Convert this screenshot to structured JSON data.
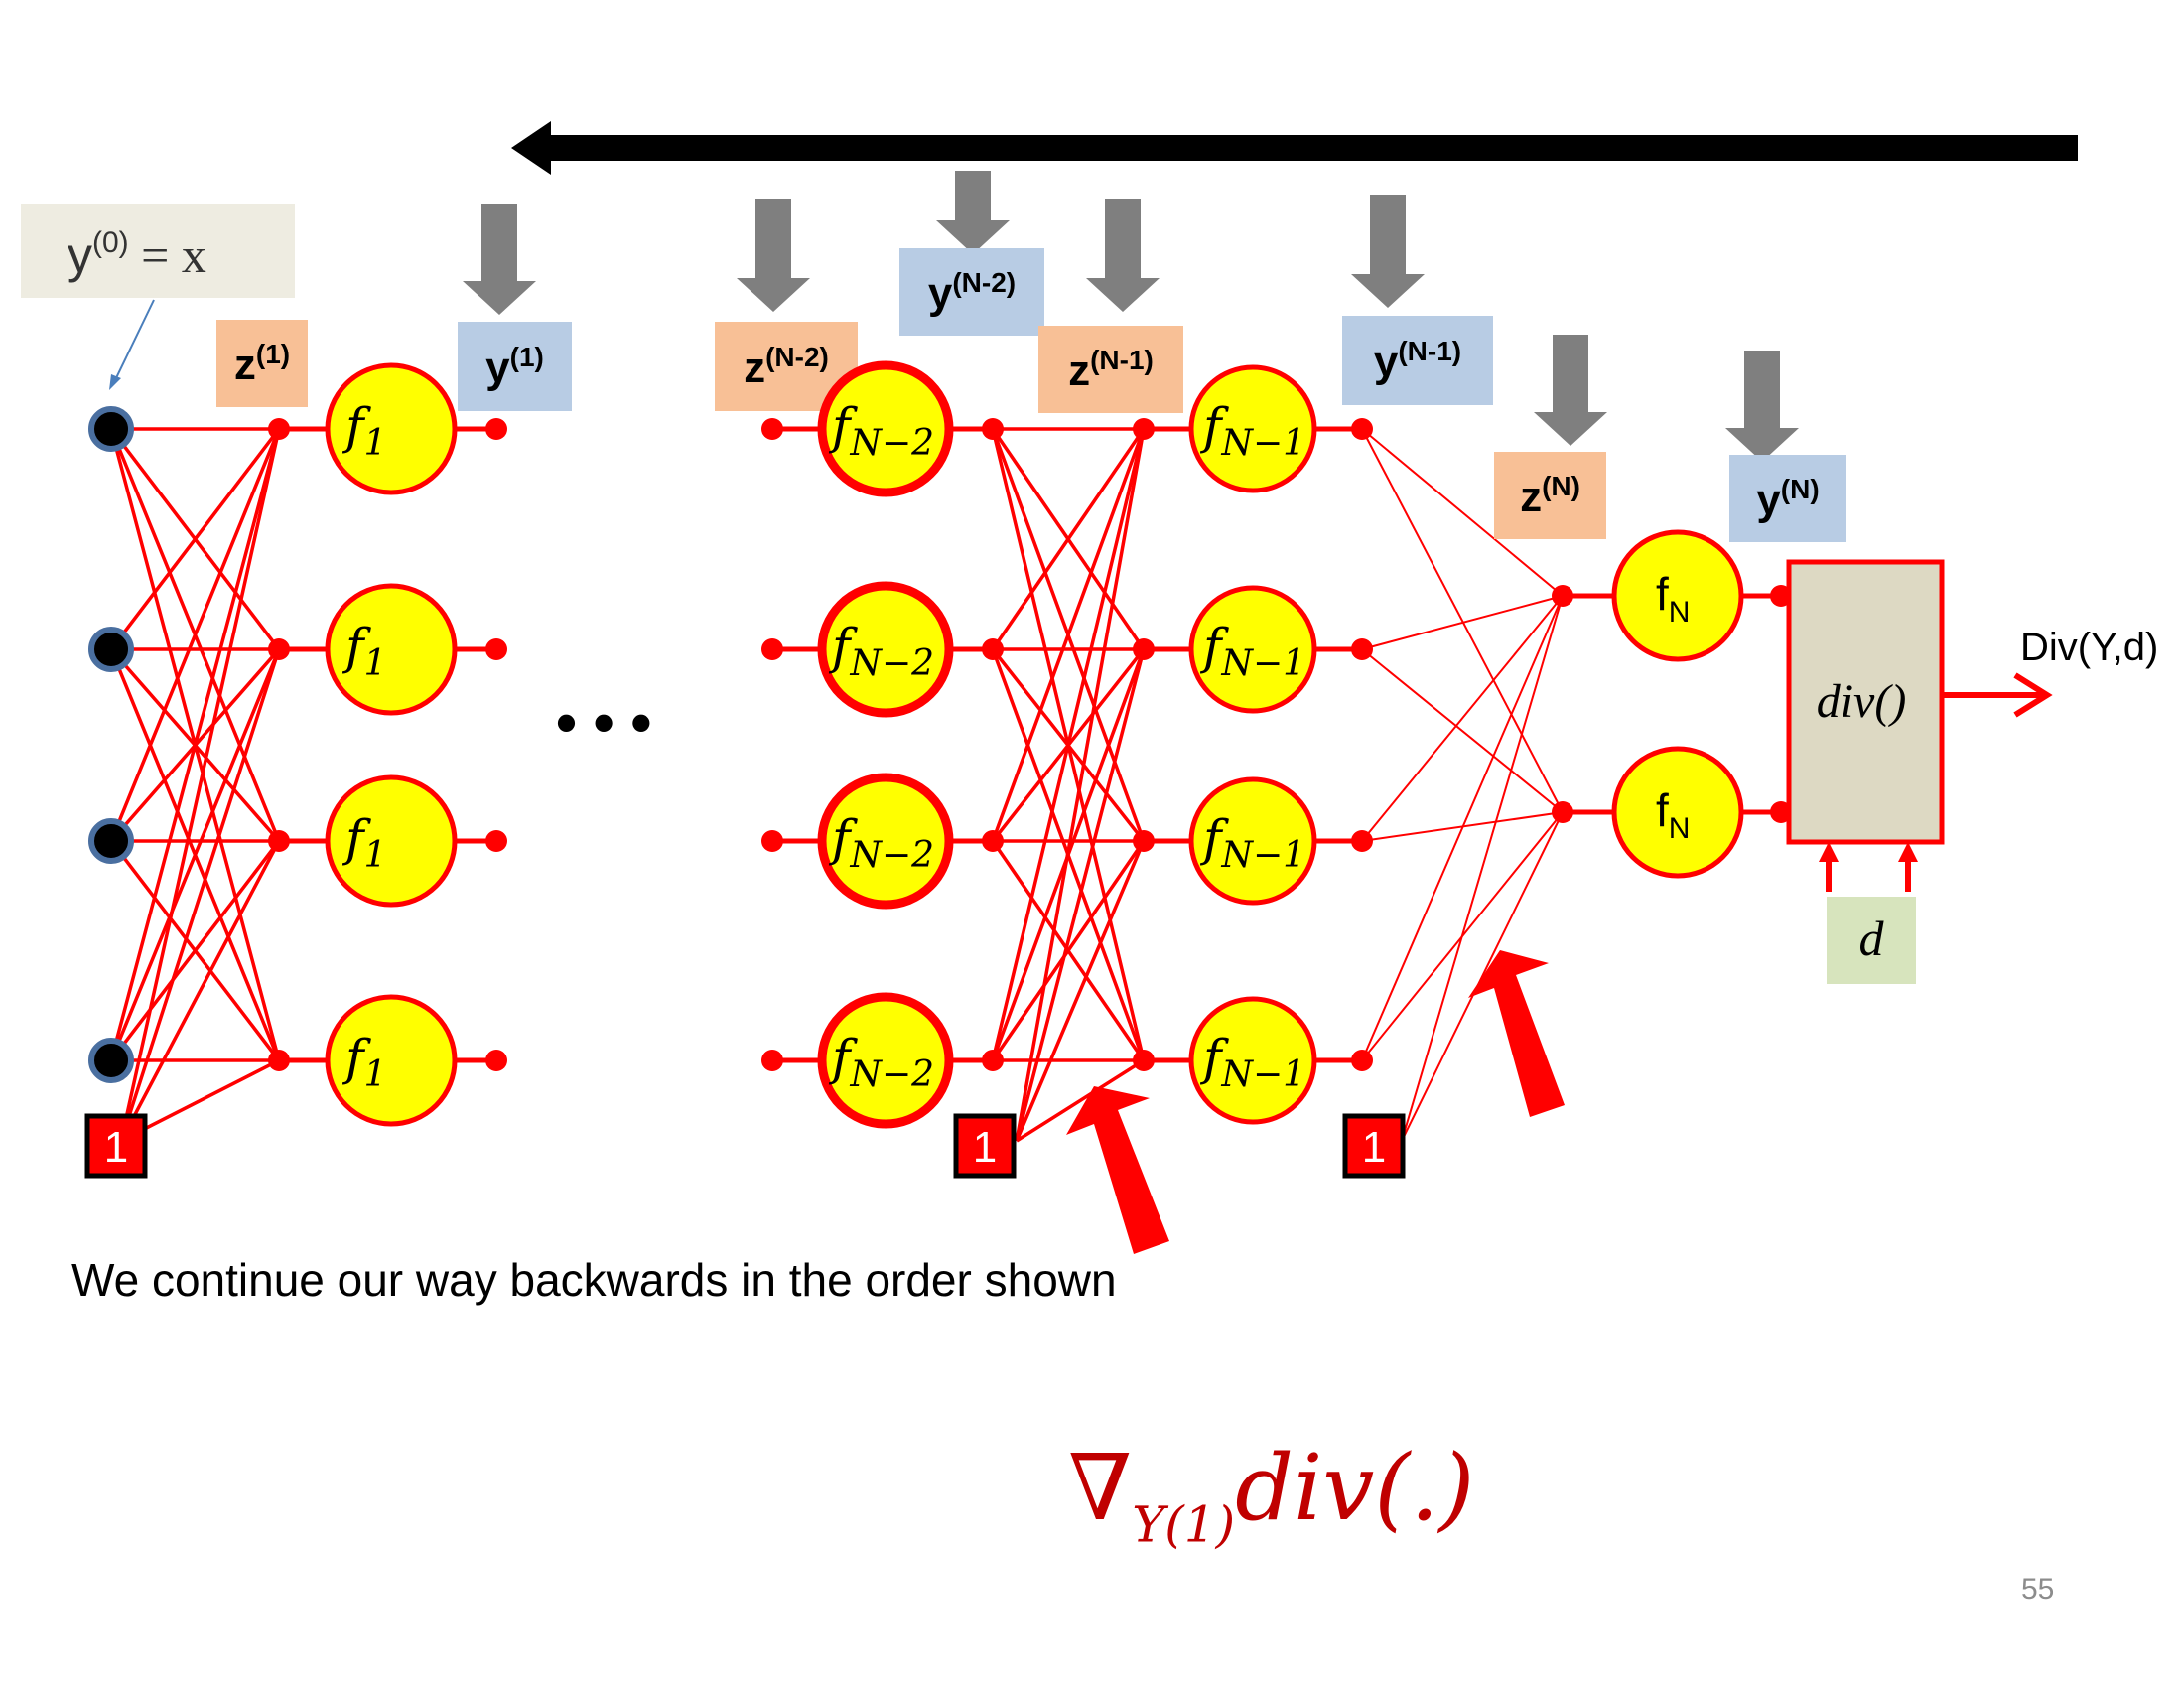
{
  "input_label": {
    "base": "y",
    "sup": "(0)",
    "rest": " = x"
  },
  "layer_labels": [
    {
      "base": "z",
      "sup": "(1)",
      "kind": "z"
    },
    {
      "base": "y",
      "sup": "(1)",
      "kind": "y"
    },
    {
      "base": "z",
      "sup": "(N-2)",
      "kind": "z"
    },
    {
      "base": "y",
      "sup": "(N-2)",
      "kind": "y"
    },
    {
      "base": "z",
      "sup": "(N-1)",
      "kind": "z"
    },
    {
      "base": "y",
      "sup": "(N-1)",
      "kind": "y"
    },
    {
      "base": "z",
      "sup": "(N)",
      "kind": "z"
    },
    {
      "base": "y",
      "sup": "(N)",
      "kind": "y"
    }
  ],
  "neuron_labels": {
    "layer1": {
      "base": "f",
      "sub": "1"
    },
    "layerN2": {
      "base": "f",
      "sub": "N−2"
    },
    "layerN1": {
      "base": "f",
      "sub": "N−1"
    },
    "layerN": {
      "base": "f",
      "sub": "N"
    }
  },
  "bias_label": "1",
  "ellipsis": "• • •",
  "div_box_label": "div()",
  "target_label": "d",
  "output_label": "Div(Y,d)",
  "caption": "We continue our way backwards in the order shown",
  "gradient_label": {
    "nabla": "∇",
    "sub": "Y(1)",
    "rest": "div(.)"
  },
  "page_number": "55",
  "colors": {
    "edge": "#ff0000",
    "neuron_fill": "#ffff00",
    "neuron_stroke": "#ff0000",
    "z_box": "#f8c096",
    "y_box": "#b8cce4",
    "input_box": "#eeece1",
    "div_box": "#ddd9c3",
    "target_box": "#d7e4bd",
    "gray_arrow": "#7f7f7f",
    "big_arrow": "#000000",
    "gradient_text": "#c00000"
  }
}
